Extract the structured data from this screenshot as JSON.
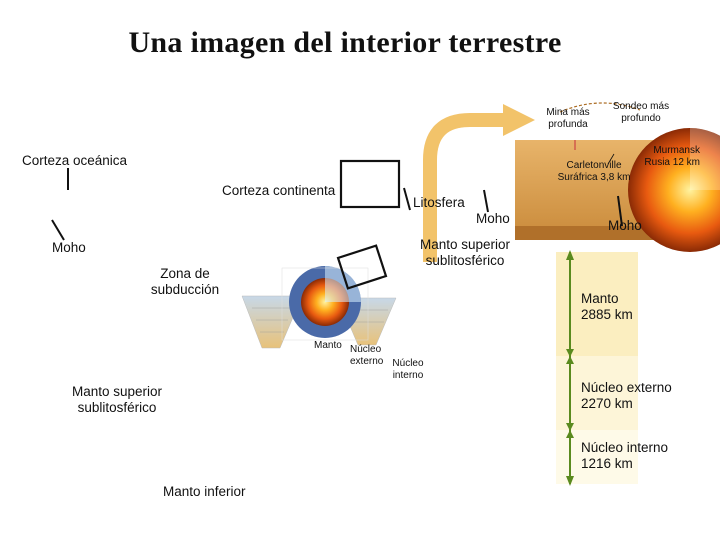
{
  "title": "Una imagen del interior terrestre",
  "labels": {
    "mina": "Mina más profunda",
    "sondeo": "Sondeo más profundo",
    "murmansk": "Murmansk Rusia 12 km",
    "carletonville": "Carletonville Suráfrica 3,8 km",
    "corteza_oceanica": "Corteza oceánica",
    "corteza_continental": "Corteza continenta",
    "litosfera": "Litosfera",
    "moho_left": "Moho",
    "moho_mid": "Moho",
    "moho_right": "Moho",
    "manto_superior_top": "Manto superior sublitosférico",
    "zona_subduccion": "Zona de subducción",
    "manto_small": "Manto",
    "nucleo_externo_small": "Núcleo externo",
    "nucleo_interno_small": "Núcleo interno",
    "manto_superior_left": "Manto superior sublitosférico",
    "manto_inferior": "Manto inferior"
  },
  "scale": [
    {
      "name": "Manto",
      "value": "2885 km"
    },
    {
      "name": "Núcleo externo",
      "value": "2270 km"
    },
    {
      "name": "Núcleo interno",
      "value": "1216 km"
    }
  ],
  "colors": {
    "band_mantle": "#fbeec0",
    "band_outer": "#fdf5d8",
    "band_inner": "#fefae8",
    "scale_line": "#5a8a1e",
    "arrow": "#f2c36a"
  }
}
